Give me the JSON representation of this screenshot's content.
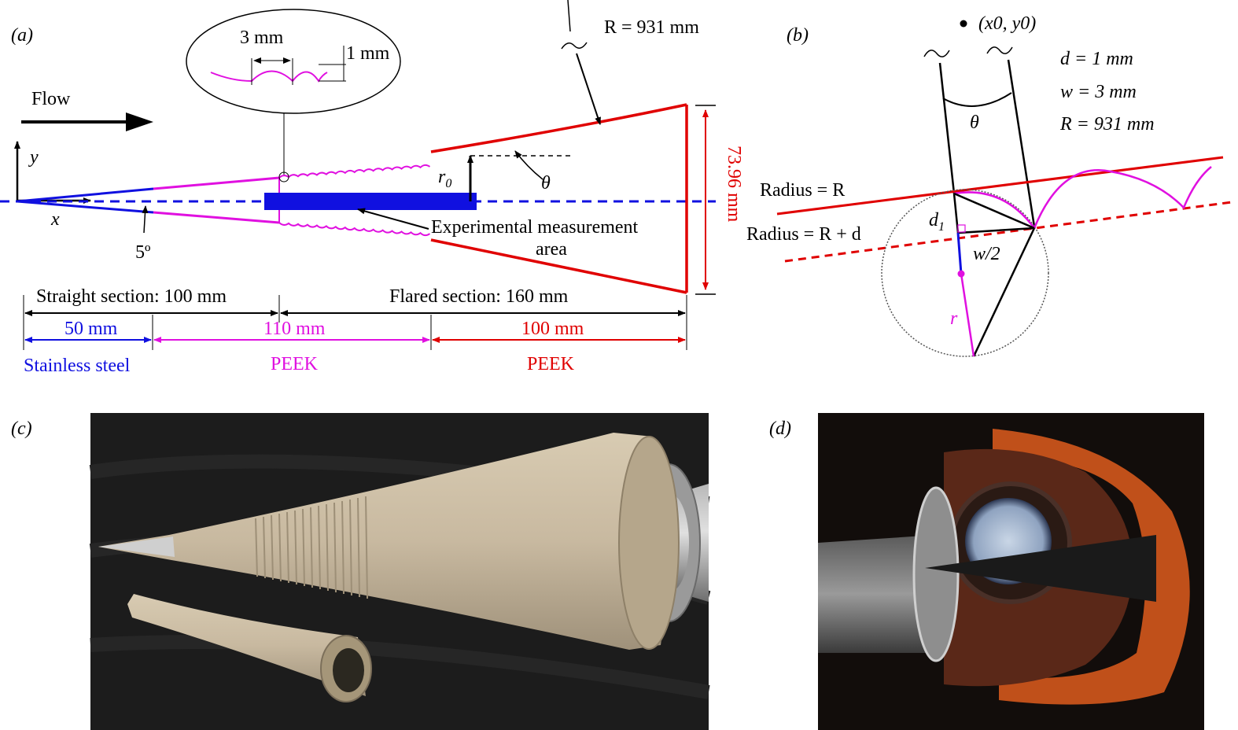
{
  "panels": {
    "a": {
      "label": "(a)"
    },
    "b": {
      "label": "(b)"
    },
    "c": {
      "label": "(c)"
    },
    "d": {
      "label": "(d)"
    }
  },
  "panel_a": {
    "flow": "Flow",
    "y_axis": "y",
    "x_axis": "x",
    "angle": "5º",
    "r0": "r",
    "r0_sub": "0",
    "theta": "θ",
    "radius_label": "R = 931 mm",
    "inset_width": "3 mm",
    "inset_depth": "1 mm",
    "measurement_area_line1": "Experimental measurement",
    "measurement_area_line2": "area",
    "height": "73.96 mm",
    "straight_section": "Straight section:  100 mm",
    "flared_section": "Flared section:  160 mm",
    "seg_steel_len": "50 mm",
    "seg_peek1_len": "110 mm",
    "seg_peek2_len": "100 mm",
    "material_steel": "Stainless steel",
    "material_peek1": "PEEK",
    "material_peek2": "PEEK"
  },
  "panel_b": {
    "center_point": "(x0, y0)",
    "param_d": "d = 1 mm",
    "param_w": "w = 3 mm",
    "param_R": "R = 931 mm",
    "theta": "θ",
    "radius_R": "Radius = R",
    "radius_Rd": "Radius = R + d",
    "d1": "d",
    "d1_sub": "1",
    "half_w": "w/2",
    "r": "r"
  },
  "colors": {
    "steel": "#1010e0",
    "peek_straight": "#e010e0",
    "peek_flared": "#e00000",
    "photo_background_c": "#1c1c1c",
    "photo_model": "#c8b9a0",
    "photo_orange": "#c0501a"
  }
}
